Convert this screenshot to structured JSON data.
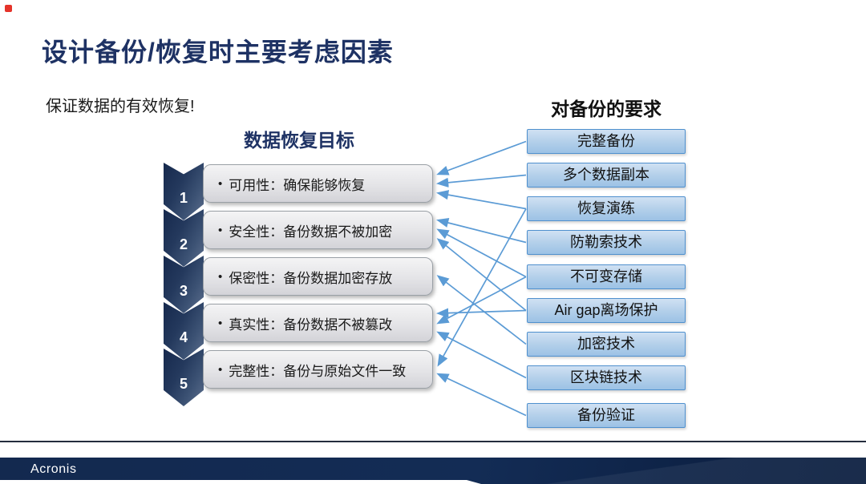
{
  "slide": {
    "title": "设计备份/恢复时主要考虑因素",
    "subtitle": "保证数据的有效恢复!",
    "left_heading": "数据恢复目标",
    "right_heading": "对备份的要求",
    "bullet": "•"
  },
  "goals": [
    {
      "num": "1",
      "label": "可用性：确保能够恢复"
    },
    {
      "num": "2",
      "label": "安全性：备份数据不被加密"
    },
    {
      "num": "3",
      "label": "保密性：备份数据加密存放"
    },
    {
      "num": "4",
      "label": "真实性：备份数据不被篡改"
    },
    {
      "num": "5",
      "label": "完整性：备份与原始文件一致"
    }
  ],
  "requirements": [
    "完整备份",
    "多个数据副本",
    "恢复演练",
    "防勒索技术",
    "不可变存储",
    "Air gap离场保护",
    "加密技术",
    "区块链技术",
    "备份验证"
  ],
  "connections": [
    {
      "requirement": 0,
      "goal": 0
    },
    {
      "requirement": 1,
      "goal": 0
    },
    {
      "requirement": 2,
      "goal": 0
    },
    {
      "requirement": 3,
      "goal": 1
    },
    {
      "requirement": 4,
      "goal": 1
    },
    {
      "requirement": 5,
      "goal": 1
    },
    {
      "requirement": 6,
      "goal": 2
    },
    {
      "requirement": 5,
      "goal": 3
    },
    {
      "requirement": 4,
      "goal": 3
    },
    {
      "requirement": 7,
      "goal": 3
    },
    {
      "requirement": 2,
      "goal": 4
    },
    {
      "requirement": 8,
      "goal": 4
    }
  ],
  "footer": {
    "brand": "Acronis"
  },
  "colors": {
    "title_navy": "#1e3264",
    "chevron_navy": "#16294d",
    "arrow_blue": "#5b9bd5",
    "req_box_fill": "#aecbe8",
    "req_box_border": "#4f90ce",
    "goal_box_fill": "#e4e4e7",
    "footer_navy": "#13294f",
    "red_dot": "#e5332a"
  }
}
